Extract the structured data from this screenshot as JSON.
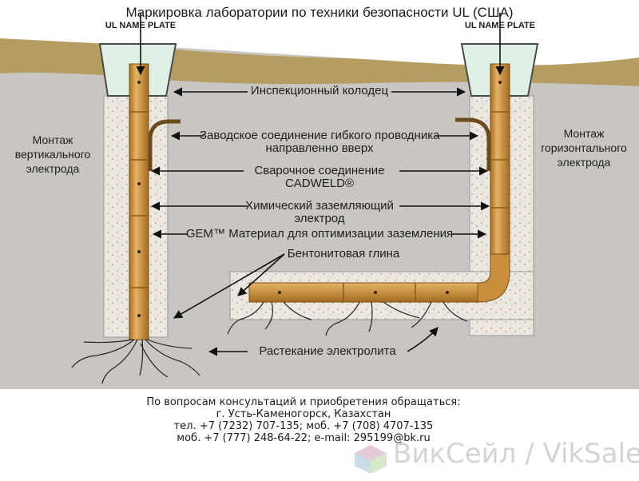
{
  "title": "Маркировка лаборатории по техники безопасности UL (США)",
  "plates": {
    "left": "UL NAME PLATE",
    "right": "UL NAME PLATE"
  },
  "callouts": {
    "inspection_well": "Инспекционный колодец",
    "flex_lead_1": "Заводское соединение гибкого проводника",
    "flex_lead_2": "направленно вверх",
    "weld_1": "Сварочное соединение",
    "weld_2": "CADWELD®",
    "electrode_1": "Химический заземляющий",
    "electrode_2": "электрод",
    "gem": "GEM™ Материал для оптимизации заземления",
    "bentonite": "Бентонитовая глина",
    "leaching": "Растекание электролита"
  },
  "sides": {
    "left_1": "Монтаж",
    "left_2": "вертикального",
    "left_3": "электрода",
    "right_1": "Монтаж",
    "right_2": "горизонтального",
    "right_3": "электрода"
  },
  "footer": {
    "line1": "По вопросам консультаций и приобретения обращаться:",
    "line2": "г. Усть-Каменогорск, Казахстан",
    "line3": "тел. +7 (7232) 707-135; моб. +7 (708) 4707-135",
    "line4": "моб. +7 (777) 248-64-22; e-mail: 295199@bk.ru"
  },
  "watermark": "ВикСейл / VikSale",
  "colors": {
    "soil": "#c9c6c2",
    "surface": "#b59d62",
    "pipe": "#cf9a45",
    "cap": "#dff0e4",
    "gravel": "#ede9e2"
  }
}
